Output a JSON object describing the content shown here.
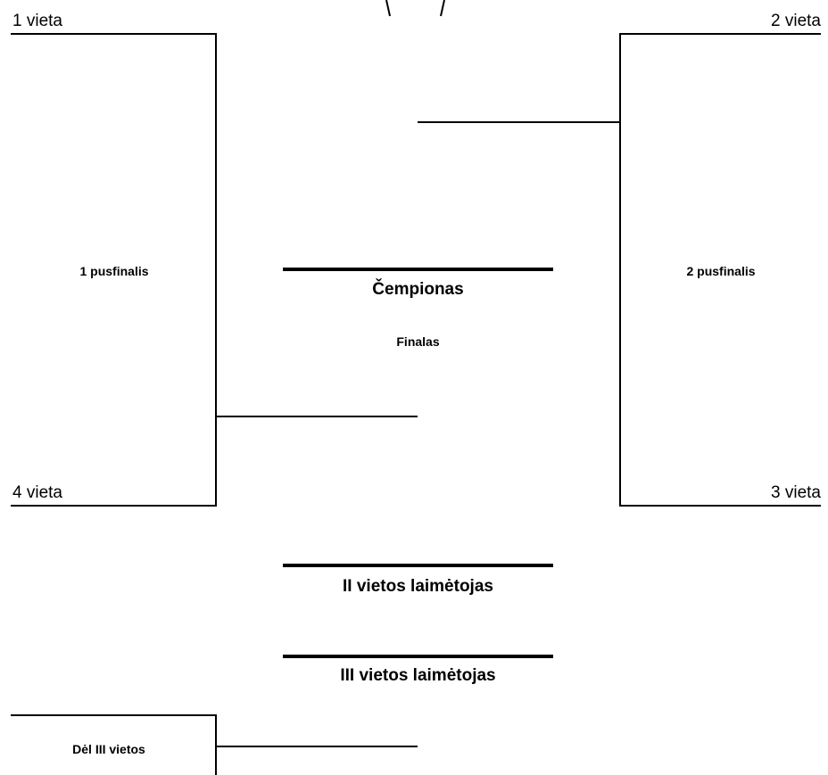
{
  "bracket": {
    "seeds": {
      "seed1": "1 vieta",
      "seed2": "2 vieta",
      "seed3": "3 vieta",
      "seed4": "4 vieta"
    },
    "semifinal1_label": "1 pusfinalis",
    "semifinal2_label": "2 pusfinalis",
    "final_label": "Finalas",
    "champion_label": "Čempionas",
    "second_place_label": "II vietos laimėtojas",
    "third_place_label": "III vietos laimėtojas",
    "third_place_match_label": "Dėl III vietos"
  },
  "colors": {
    "lines": "#000000",
    "background": "#ffffff"
  }
}
